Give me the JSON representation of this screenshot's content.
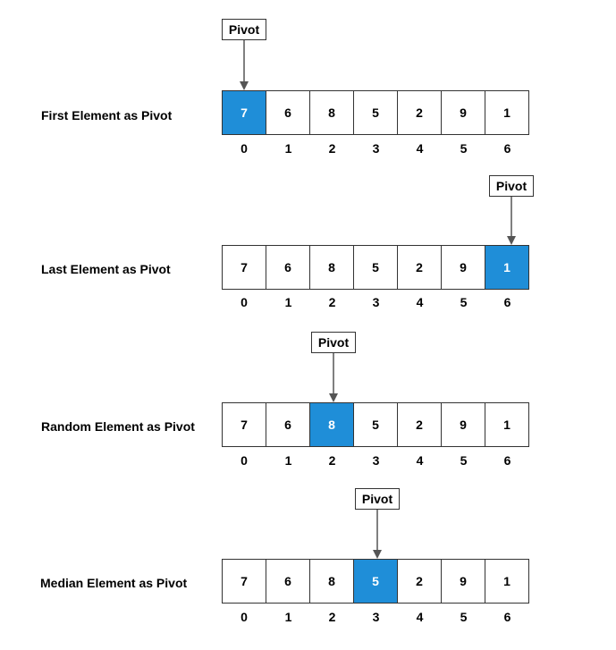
{
  "pivot_label": "Pivot",
  "colors": {
    "pivot_cell": "#1f8ed8",
    "border": "#333333"
  },
  "indices": [
    "0",
    "1",
    "2",
    "3",
    "4",
    "5",
    "6"
  ],
  "rows": [
    {
      "label": "First Element as Pivot",
      "values": [
        "7",
        "6",
        "8",
        "5",
        "2",
        "9",
        "1"
      ],
      "pivot_index": 0
    },
    {
      "label": "Last Element as Pivot",
      "values": [
        "7",
        "6",
        "8",
        "5",
        "2",
        "9",
        "1"
      ],
      "pivot_index": 6
    },
    {
      "label": "Random Element as Pivot",
      "values": [
        "7",
        "6",
        "8",
        "5",
        "2",
        "9",
        "1"
      ],
      "pivot_index": 2
    },
    {
      "label": "Median Element as Pivot",
      "values": [
        "7",
        "6",
        "8",
        "5",
        "2",
        "9",
        "1"
      ],
      "pivot_index": 3
    }
  ]
}
